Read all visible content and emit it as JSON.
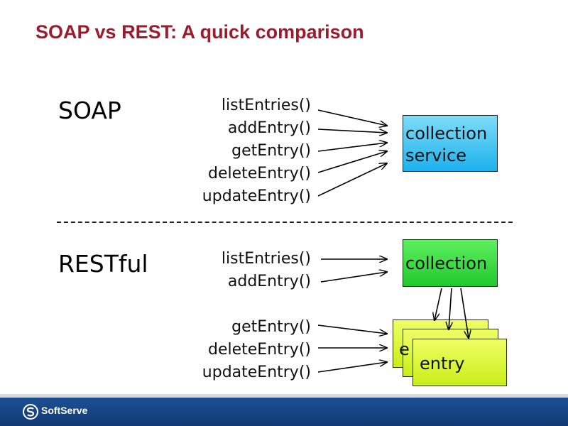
{
  "title": "SOAP vs REST: A quick comparison",
  "soap": {
    "label": "SOAP",
    "methods": [
      "listEntries()",
      "addEntry()",
      "getEntry()",
      "deleteEntry()",
      "updateEntry()"
    ],
    "box_lines": [
      "collection",
      "service"
    ],
    "box_color": "#1cb1ee"
  },
  "rest": {
    "label": "RESTful",
    "methods": [
      "listEntries()",
      "addEntry()",
      "getEntry()",
      "deleteEntry()",
      "updateEntry()"
    ],
    "collection_label": "collection",
    "collection_color": "#21c82c",
    "entry_label": "entry",
    "entry_peek_letter": "e",
    "entry_color": "#c9ee18"
  },
  "footer": {
    "brand": "SoftServe",
    "color": "#1b4f93"
  },
  "title_color": "#9b1c2c"
}
